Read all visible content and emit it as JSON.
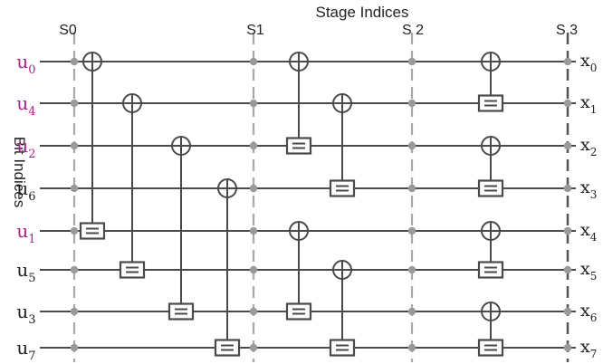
{
  "title": "Stage Indices",
  "axis_label": "Bit Indices",
  "stages": [
    {
      "label": "S0",
      "line_style": "dashed"
    },
    {
      "label": "S1",
      "line_style": "dashed"
    },
    {
      "label": "S 2",
      "line_style": "dashed"
    },
    {
      "label": "S 3",
      "line_style": "dashed-dark"
    }
  ],
  "inputs": [
    {
      "base": "u",
      "sub": "0",
      "color": "#b0208c"
    },
    {
      "base": "u",
      "sub": "4",
      "color": "#b0208c"
    },
    {
      "base": "u",
      "sub": "2",
      "color": "#b0208c"
    },
    {
      "base": "u",
      "sub": "6",
      "color": "#222222"
    },
    {
      "base": "u",
      "sub": "1",
      "color": "#b0208c"
    },
    {
      "base": "u",
      "sub": "5",
      "color": "#222222"
    },
    {
      "base": "u",
      "sub": "3",
      "color": "#222222"
    },
    {
      "base": "u",
      "sub": "7",
      "color": "#222222"
    }
  ],
  "outputs": [
    {
      "base": "x",
      "sub": "0"
    },
    {
      "base": "x",
      "sub": "1"
    },
    {
      "base": "x",
      "sub": "2"
    },
    {
      "base": "x",
      "sub": "3"
    },
    {
      "base": "x",
      "sub": "4"
    },
    {
      "base": "x",
      "sub": "5"
    },
    {
      "base": "x",
      "sub": "6"
    },
    {
      "base": "x",
      "sub": "7"
    }
  ],
  "gates": [
    {
      "stage": 0,
      "xor_row": 0,
      "eq_row": 4
    },
    {
      "stage": 0,
      "xor_row": 1,
      "eq_row": 5
    },
    {
      "stage": 0,
      "xor_row": 2,
      "eq_row": 6
    },
    {
      "stage": 0,
      "xor_row": 3,
      "eq_row": 7
    },
    {
      "stage": 1,
      "xor_row": 0,
      "eq_row": 2
    },
    {
      "stage": 1,
      "xor_row": 1,
      "eq_row": 3
    },
    {
      "stage": 1,
      "xor_row": 4,
      "eq_row": 6
    },
    {
      "stage": 1,
      "xor_row": 5,
      "eq_row": 7
    },
    {
      "stage": 2,
      "xor_row": 0,
      "eq_row": 1
    },
    {
      "stage": 2,
      "xor_row": 2,
      "eq_row": 3
    },
    {
      "stage": 2,
      "xor_row": 4,
      "eq_row": 5
    },
    {
      "stage": 2,
      "xor_row": 6,
      "eq_row": 7
    }
  ],
  "colors": {
    "wire": "#4a4a4a",
    "stage_line": "#a8a8a8",
    "stage_line_dark": "#555555",
    "node": "#9a9a9a",
    "gate": "#4a4a4a",
    "text": "#222222"
  }
}
